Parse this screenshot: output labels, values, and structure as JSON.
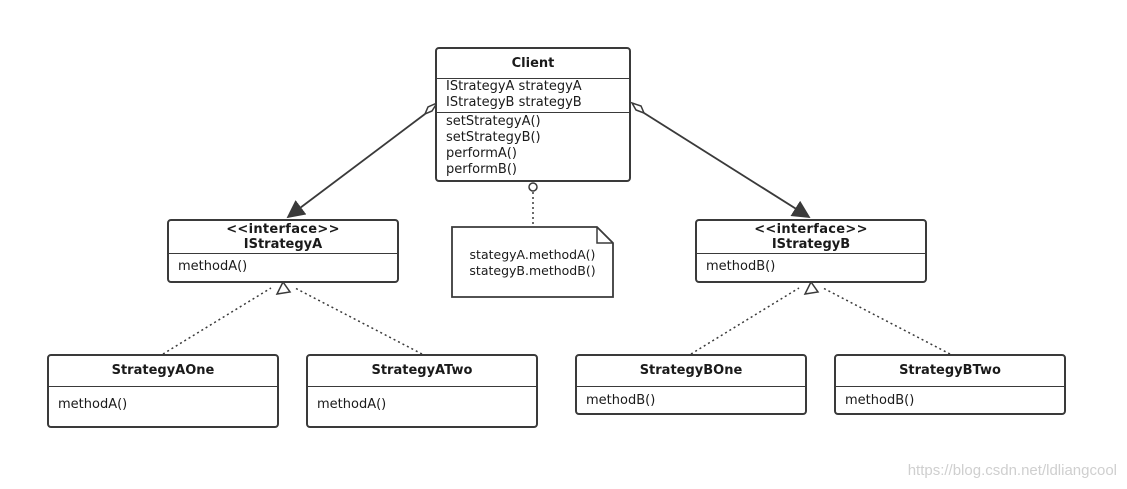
{
  "client": {
    "name": "Client",
    "attributes": [
      "IStrategyA strategyA",
      "IStrategyB strategyB"
    ],
    "operations": [
      "setStrategyA()",
      "setStrategyB()",
      "performA()",
      "performB()"
    ]
  },
  "istrategy_a": {
    "stereotype": "<<interface>>",
    "name": "IStrategyA",
    "operations": [
      "methodA()"
    ]
  },
  "istrategy_b": {
    "stereotype": "<<interface>>",
    "name": "IStrategyB",
    "operations": [
      "methodB()"
    ]
  },
  "strategy_a_one": {
    "name": "StrategyAOne",
    "operations": [
      "methodA()"
    ]
  },
  "strategy_a_two": {
    "name": "StrategyATwo",
    "operations": [
      "methodA()"
    ]
  },
  "strategy_b_one": {
    "name": "StrategyBOne",
    "operations": [
      "methodB()"
    ]
  },
  "strategy_b_two": {
    "name": "StrategyBTwo",
    "operations": [
      "methodB()"
    ]
  },
  "note": {
    "lines": [
      "stategyA.methodA()",
      "stategyB.methodB()"
    ]
  },
  "watermark": "https://blog.csdn.net/ldliangcool",
  "colors": {
    "line": "#3a3a3a",
    "background": "#ffffff",
    "watermark": "#cfcfcf"
  }
}
